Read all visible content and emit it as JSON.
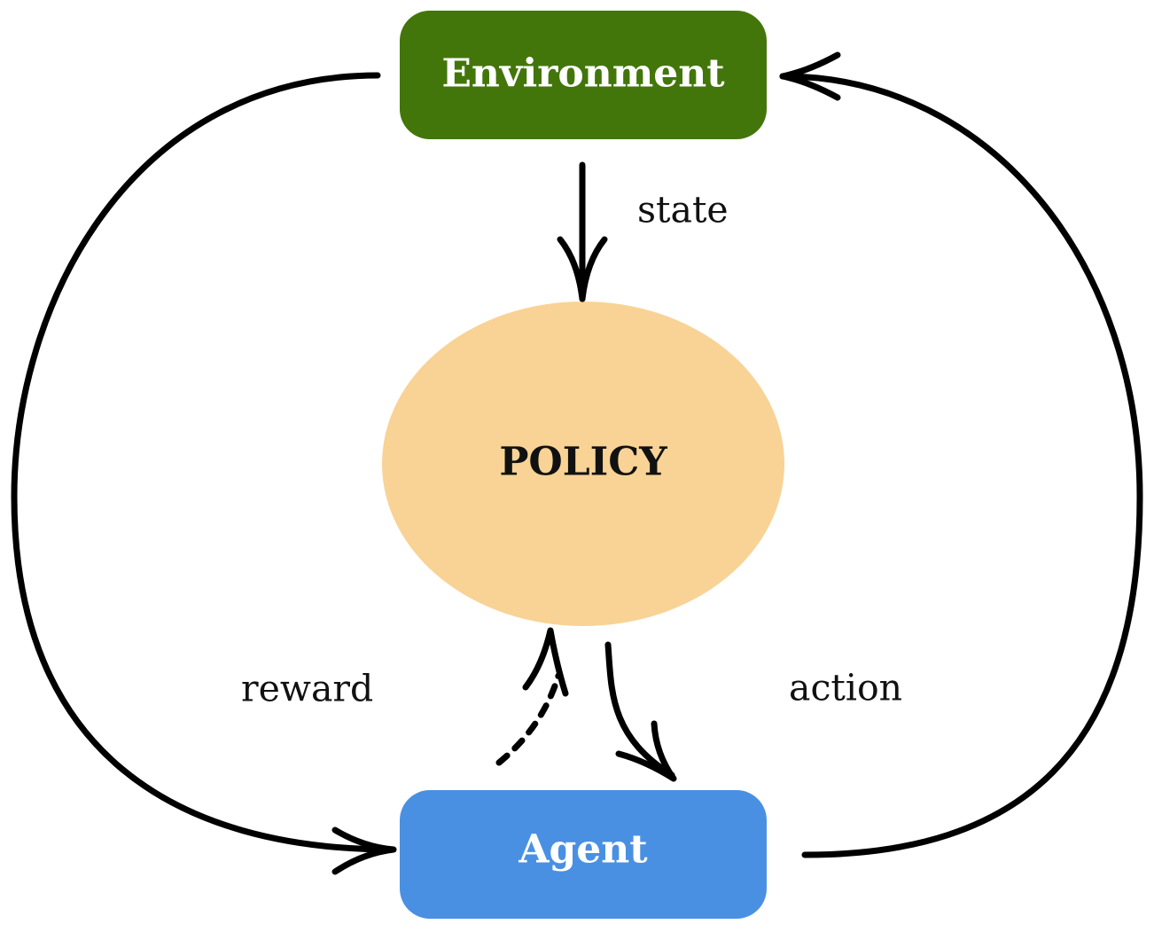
{
  "nodes": {
    "environment": {
      "label": "Environment",
      "fill": "#43760A",
      "text_color": "#ffffff"
    },
    "policy": {
      "label": "POLICY",
      "fill": "#F8D395",
      "text_color": "#111111"
    },
    "agent": {
      "label": "Agent",
      "fill": "#4A90E2",
      "text_color": "#ffffff"
    }
  },
  "edges": {
    "state": {
      "label": "state",
      "from": "Environment",
      "to": "POLICY",
      "style": "solid"
    },
    "action": {
      "label": "action",
      "from": "POLICY",
      "to": "Agent",
      "style": "solid"
    },
    "reward": {
      "label": "reward",
      "from": "Environment",
      "to": "Agent",
      "style": "solid"
    },
    "agent_to_environment": {
      "from": "Agent",
      "to": "Environment",
      "style": "solid"
    },
    "agent_to_policy": {
      "from": "Agent",
      "to": "POLICY",
      "style": "dotted"
    }
  }
}
